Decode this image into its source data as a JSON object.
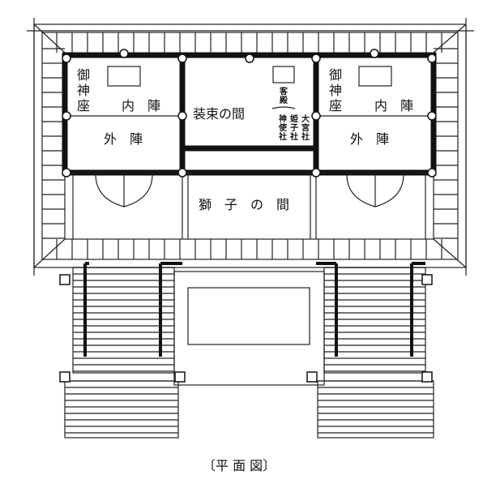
{
  "labels": {
    "left_shrine_vert": [
      "御",
      "神",
      "座"
    ],
    "left_inner": "内　陣",
    "left_outer": "外　陣",
    "right_shrine_vert": [
      "御",
      "神",
      "座"
    ],
    "right_inner": "内　陣",
    "right_outer": "外　陣",
    "costume_room": "装束の間",
    "guest_hall": [
      "客",
      "殿"
    ],
    "shrines": [
      [
        "大",
        "宮",
        "社"
      ],
      [
        "姫",
        "子",
        "社"
      ],
      [
        "神",
        "使",
        "社"
      ]
    ],
    "lion_room": "獅　子　の　間",
    "caption": "〔平 面 図〕"
  }
}
